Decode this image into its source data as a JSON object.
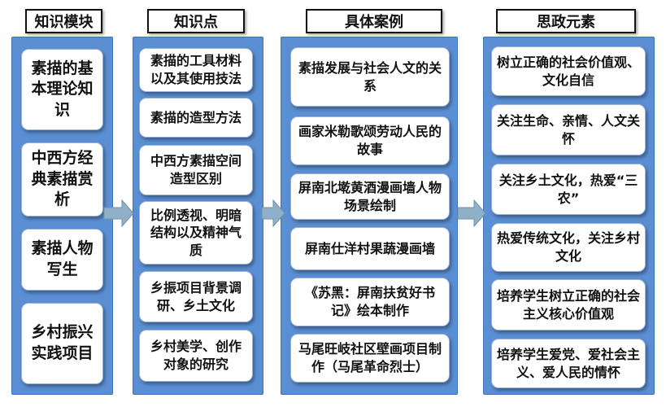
{
  "headers": {
    "modules": "知识模块",
    "points": "知识点",
    "cases": "具体案例",
    "ideology": "思政元素"
  },
  "modules": [
    "素描的基本理论知识",
    "中西方经典素描赏析",
    "素描人物写生",
    "乡村振兴实践项目"
  ],
  "points": [
    "素描的工具材料以及其使用技法",
    "素描的造型方法",
    "中西方素描空间造型区别",
    "比例透视、明暗结构以及精神气质",
    "乡振项目背景调研、乡土文化",
    "乡村美学、创作对象的研究"
  ],
  "cases": [
    "素描发展与社会人文的关系",
    "画家米勒歌颂劳动人民的故事",
    "屏南北墘黄酒漫画墙人物场景绘制",
    "屏南仕洋村果蔬漫画墙",
    "《苏黑：屏南扶贫好书记》绘本制作",
    "马尾旺岐社区壁画项目制作（马尾革命烈士）"
  ],
  "ideology": [
    "树立正确的社会价值观、文化自信",
    "关注生命、亲情、人文关怀",
    "关注乡土文化，热爱“三农”",
    "热爱传统文化，关注乡村文化",
    "培养学生树立正确的社会主义核心价值观",
    "培养学生爱党、爱社会主义、爱人民的情怀"
  ],
  "colors": {
    "panel": "#5b8fd4",
    "arrow": "#8fb0c8"
  }
}
